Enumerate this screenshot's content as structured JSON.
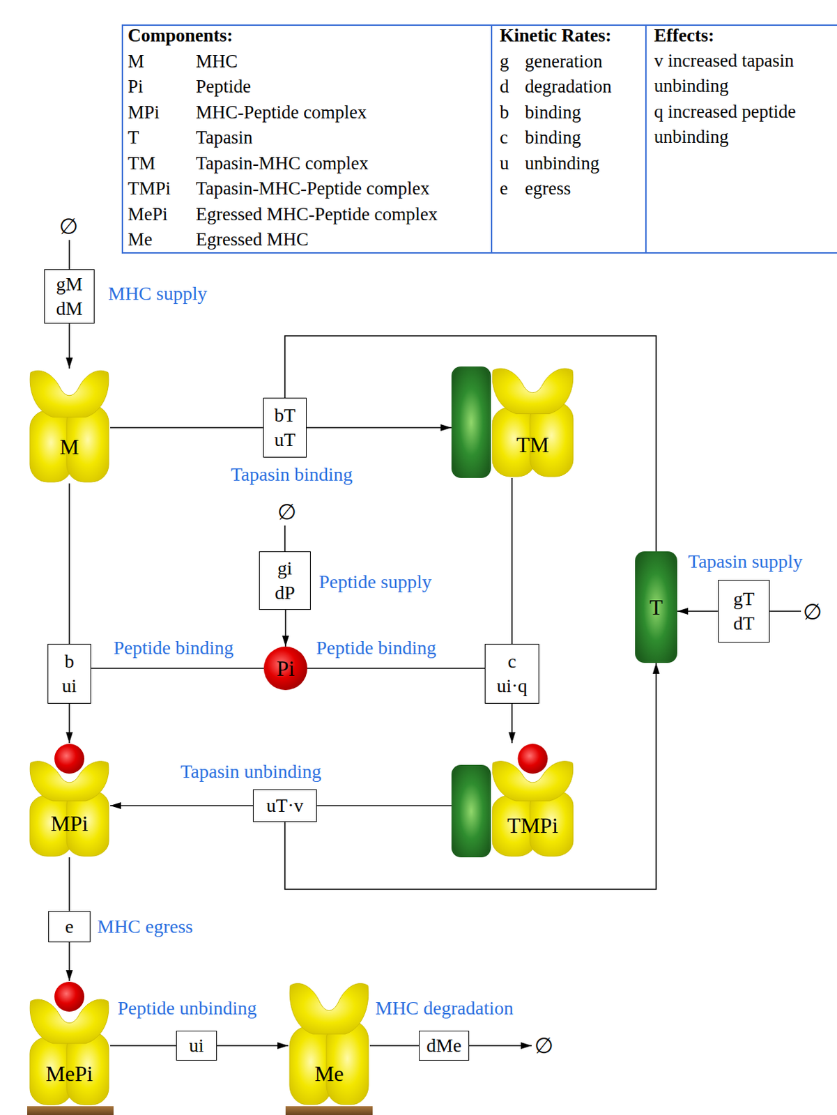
{
  "diagram": {
    "nodes": [
      {
        "text": [
          "gM",
          "dM"
        ]
      },
      {
        "text": [
          "M"
        ]
      },
      {
        "text": [
          "bT",
          "uT"
        ]
      },
      {
        "text": [
          "TM"
        ]
      },
      {
        "text": [
          "gi",
          "dP"
        ]
      },
      {
        "text": [
          "T"
        ]
      },
      {
        "text": [
          "gT",
          "dT"
        ]
      },
      {
        "text": [
          "b",
          "ui"
        ]
      },
      {
        "text": [
          "Pi"
        ]
      },
      {
        "text": [
          "c",
          "ui·q"
        ]
      },
      {
        "text": [
          "MPi"
        ]
      },
      {
        "text": [
          "uT·v"
        ]
      },
      {
        "text": [
          "TMPi"
        ]
      },
      {
        "text": [
          "e"
        ]
      },
      {
        "text": [
          "MePi"
        ]
      },
      {
        "text": [
          "ui"
        ]
      },
      {
        "text": [
          "Me"
        ]
      },
      {
        "text": [
          "dMe"
        ]
      }
    ],
    "edges": [
      {
        "from": 0,
        "to": 1,
        "arrow": "to"
      },
      {
        "from": 1,
        "to": 2,
        "arrow": "none"
      },
      {
        "from": 2,
        "to": 3,
        "arrow": "to"
      },
      {
        "from": 2,
        "to": 5,
        "arrow": "none"
      },
      {
        "from": 4,
        "to": 8,
        "arrow": "to"
      },
      {
        "from": 6,
        "to": 5,
        "arrow": "to"
      },
      {
        "from": 1,
        "to": 7,
        "arrow": "none"
      },
      {
        "from": 7,
        "to": 10,
        "arrow": "to"
      },
      {
        "from": 8,
        "to": 7,
        "arrow": "none"
      },
      {
        "from": 8,
        "to": 9,
        "arrow": "none"
      },
      {
        "from": 3,
        "to": 9,
        "arrow": "none"
      },
      {
        "from": 9,
        "to": 12,
        "arrow": "to"
      },
      {
        "from": 12,
        "to": 11,
        "arrow": "none"
      },
      {
        "from": 11,
        "to": 10,
        "arrow": "to"
      },
      {
        "from": 11,
        "to": 5,
        "arrow": "to"
      },
      {
        "from": 10,
        "to": 13,
        "arrow": "none"
      },
      {
        "from": 13,
        "to": 14,
        "arrow": "to"
      },
      {
        "from": 14,
        "to": 15,
        "arrow": "none"
      },
      {
        "from": 15,
        "to": 16,
        "arrow": "to"
      },
      {
        "from": 16,
        "to": 17,
        "arrow": "none"
      }
    ],
    "labels": [
      "Components:",
      "M",
      "MHC",
      "Pi",
      "Peptide",
      "MPi",
      "MHC-Peptide complex",
      "T",
      "Tapasin",
      "TM",
      "Tapasin-MHC complex",
      "TMPi",
      "Tapasin-MHC-Peptide complex",
      "MePi",
      "Egressed MHC-Peptide complex",
      "Me",
      "Egressed MHC",
      "Kinetic Rates:",
      "g",
      "generation",
      "d",
      "degradation",
      "b",
      "binding",
      "c",
      "binding",
      "u",
      "unbinding",
      "e",
      "egress",
      "Effects:",
      "v increased tapasin unbinding",
      "q increased peptide unbinding",
      "∅",
      "MHC supply",
      "Tapasin binding",
      "∅",
      "Peptide supply",
      "Tapasin supply",
      "∅",
      "Peptide binding",
      "Peptide binding",
      "Tapasin unbinding",
      "MHC egress",
      "Peptide unbinding",
      "MHC degradation",
      "∅"
    ]
  }
}
